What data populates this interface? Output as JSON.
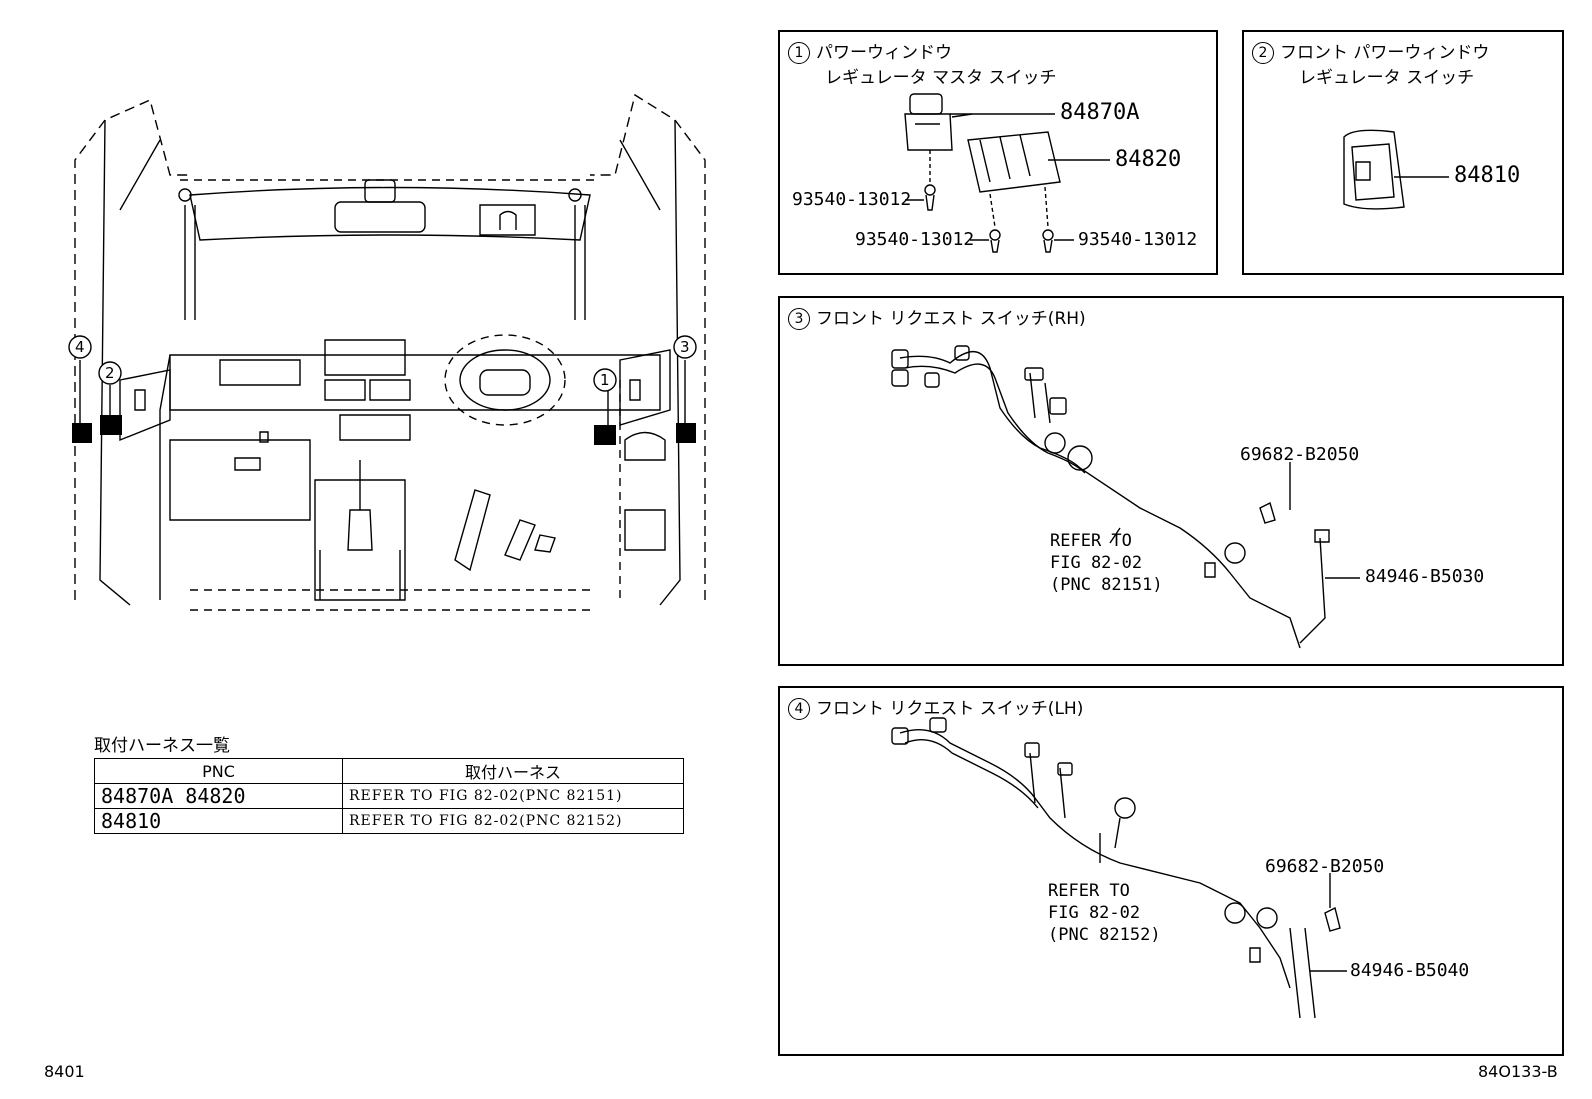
{
  "panels": {
    "p1": {
      "num": "1",
      "line1": "パワーウィンドウ",
      "line2": "レギュレータ マスタ スイッチ"
    },
    "p2": {
      "num": "2",
      "line1": "フロント パワーウィンドウ",
      "line2": "レギュレータ スイッチ"
    },
    "p3": {
      "num": "3",
      "line1": "フロント リクエスト スイッチ(RH)"
    },
    "p4": {
      "num": "4",
      "line1": "フロント リクエスト スイッチ(LH)"
    }
  },
  "parts": {
    "p1_a": "84870A",
    "p1_b": "84820",
    "p1_screw1": "93540-13012",
    "p1_screw2": "93540-13012",
    "p1_screw3": "93540-13012",
    "p2_a": "84810",
    "p3_clip": "69682-B2050",
    "p3_wire": "84946-B5030",
    "p4_clip": "69682-B2050",
    "p4_wire": "84946-B5040"
  },
  "refs": {
    "p3": "REFER TO\nFIG 82-02\n(PNC 82151)",
    "p4": "REFER TO\nFIG 82-02\n(PNC 82152)"
  },
  "callouts": {
    "c1": "1",
    "c2": "2",
    "c3": "3",
    "c4": "4"
  },
  "table": {
    "title": "取付ハーネス一覧",
    "headers": [
      "PNC",
      "取付ハーネス"
    ],
    "rows": [
      {
        "pnc": "84870A 84820",
        "harness": "REFER TO FIG 82-02(PNC 82151)"
      },
      {
        "pnc": "84810",
        "harness": "REFER TO FIG 82-02(PNC 82152)"
      }
    ]
  },
  "footer": {
    "left": "8401",
    "right": "84O133-B"
  }
}
